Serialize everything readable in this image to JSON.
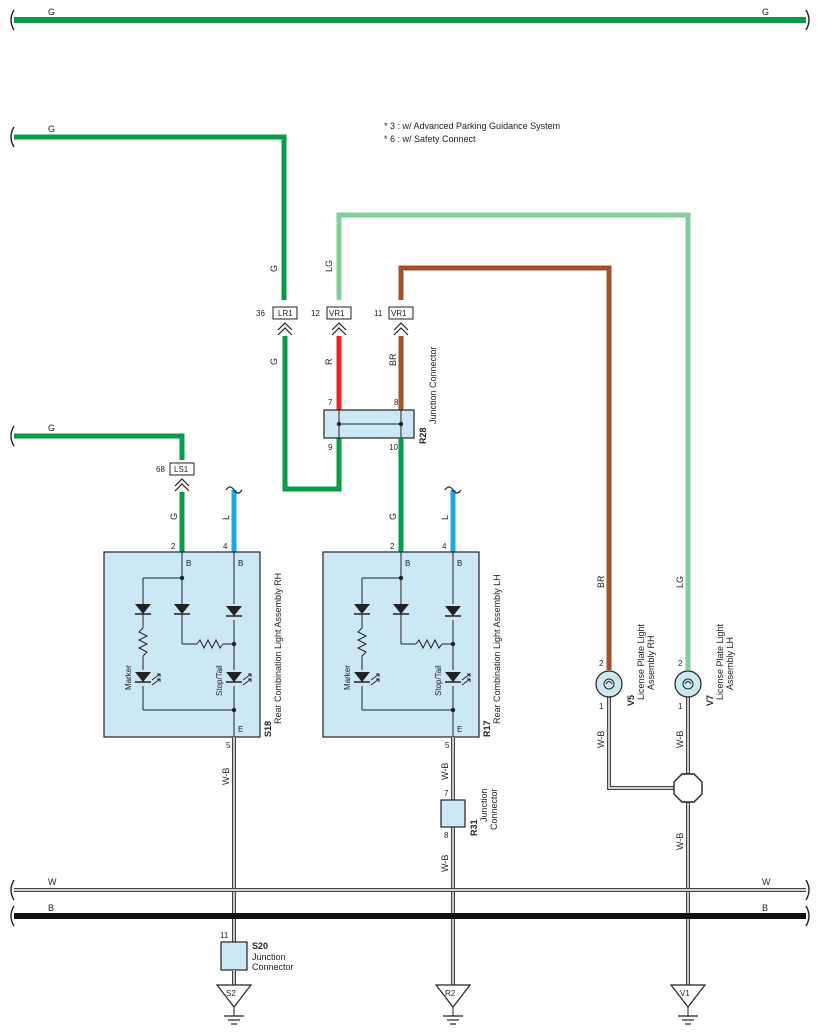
{
  "notes": [
    "* 3 : w/ Advanced Parking Guidance System",
    "* 6 : w/ Safety Connect"
  ],
  "wire_colors": {
    "G": "#079b4a",
    "LG": "#82cf9d",
    "R": "#e8242b",
    "BR": "#a0522d",
    "L": "#1aa8e6",
    "WB": "#555555",
    "B": "#111111"
  },
  "wires": {
    "top_g_left": "G",
    "top_g_right": "G",
    "g2": "G",
    "g3": "G",
    "lr1_up": "G",
    "lr1_down": "G",
    "lg_up": "LG",
    "r_vr1": "R",
    "br_vr1": "BR",
    "s18_g": "G",
    "s18_l": "L",
    "r17_g": "G",
    "r17_l": "L",
    "br_v5": "BR",
    "lg_v7": "LG",
    "wb_s18": "W-B",
    "wb_r17_a": "W-B",
    "wb_r17_b": "W-B",
    "wb_v5": "W-B",
    "wb_v7_a": "W-B",
    "wb_v7_b": "W-B",
    "bus_w_left": "W",
    "bus_w_right": "W",
    "bus_b_left": "B",
    "bus_b_right": "B"
  },
  "connectors": {
    "lr1": {
      "name": "LR1",
      "pin": "36"
    },
    "vr1_a": {
      "name": "VR1",
      "pin": "12"
    },
    "vr1_b": {
      "name": "VR1",
      "pin": "11"
    },
    "ls1": {
      "name": "LS1",
      "pin": "68"
    }
  },
  "r28": {
    "code": "R28",
    "name": "Junction Connector",
    "pins": {
      "p7": "7",
      "p8": "8",
      "p9": "9",
      "p10": "10"
    }
  },
  "s18": {
    "code": "S18",
    "name": "Rear Combination Light Assembly RH",
    "pin_g": "2",
    "pin_l": "4",
    "pin_e": "5",
    "term_b1": "B",
    "term_b2": "B",
    "term_e": "E",
    "marker": "Marker",
    "stop_tail": "Stop/Tail"
  },
  "r17": {
    "code": "R17",
    "name": "Rear Combination Light Assembly LH",
    "pin_g": "2",
    "pin_l": "4",
    "pin_e": "5",
    "term_b1": "B",
    "term_b2": "B",
    "term_e": "E",
    "marker": "Marker",
    "stop_tail": "Stop/Tail"
  },
  "r31": {
    "code": "R31",
    "name_line1": "Junction",
    "name_line2": "Connector",
    "pin_top": "7",
    "pin_bottom": "8"
  },
  "s20": {
    "code": "S20",
    "name_line1": "Junction",
    "name_line2": "Connector",
    "pin": "11"
  },
  "v5": {
    "code": "V5",
    "name_line1": "License Plate Light",
    "name_line2": "Assembly RH",
    "pin_top": "2",
    "pin_bottom": "1"
  },
  "v7": {
    "code": "V7",
    "name_line1": "License Plate Light",
    "name_line2": "Assembly LH",
    "pin_top": "2",
    "pin_bottom": "1"
  },
  "grounds": {
    "s2": "S2",
    "r2": "R2",
    "v1": "V1"
  }
}
